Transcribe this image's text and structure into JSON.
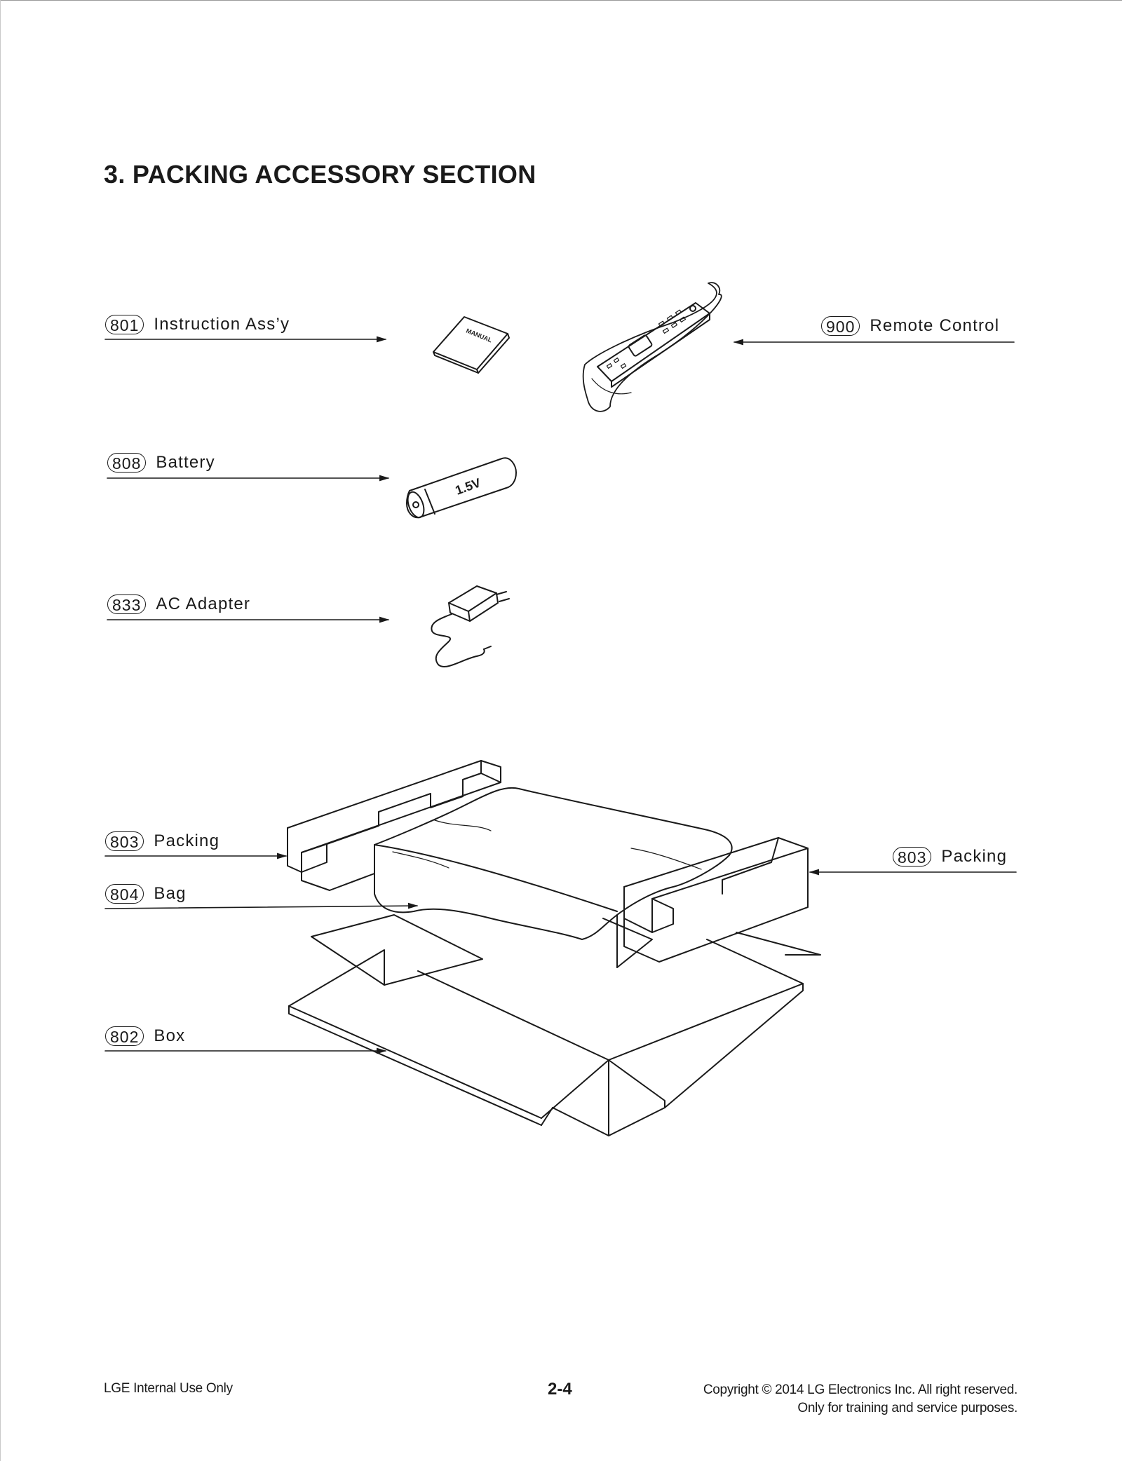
{
  "page": {
    "title": "3. PACKING ACCESSORY SECTION"
  },
  "callouts": [
    {
      "number": "801",
      "label": "Instruction Ass’y"
    },
    {
      "number": "900",
      "label": "Remote Control"
    },
    {
      "number": "808",
      "label": "Battery"
    },
    {
      "number": "833",
      "label": "AC Adapter"
    },
    {
      "number": "803",
      "label": "Packing"
    },
    {
      "number": "803",
      "label": "Packing"
    },
    {
      "number": "804",
      "label": "Bag"
    },
    {
      "number": "802",
      "label": "Box"
    }
  ],
  "illustrations": {
    "manual_text": "MANUAL",
    "battery_text": "1.5V"
  },
  "footer": {
    "left": "LGE Internal Use Only",
    "page_number": "2-4",
    "copyright_line1": "Copyright © 2014 LG Electronics Inc. All right reserved.",
    "copyright_line2": "Only for training and service purposes."
  }
}
